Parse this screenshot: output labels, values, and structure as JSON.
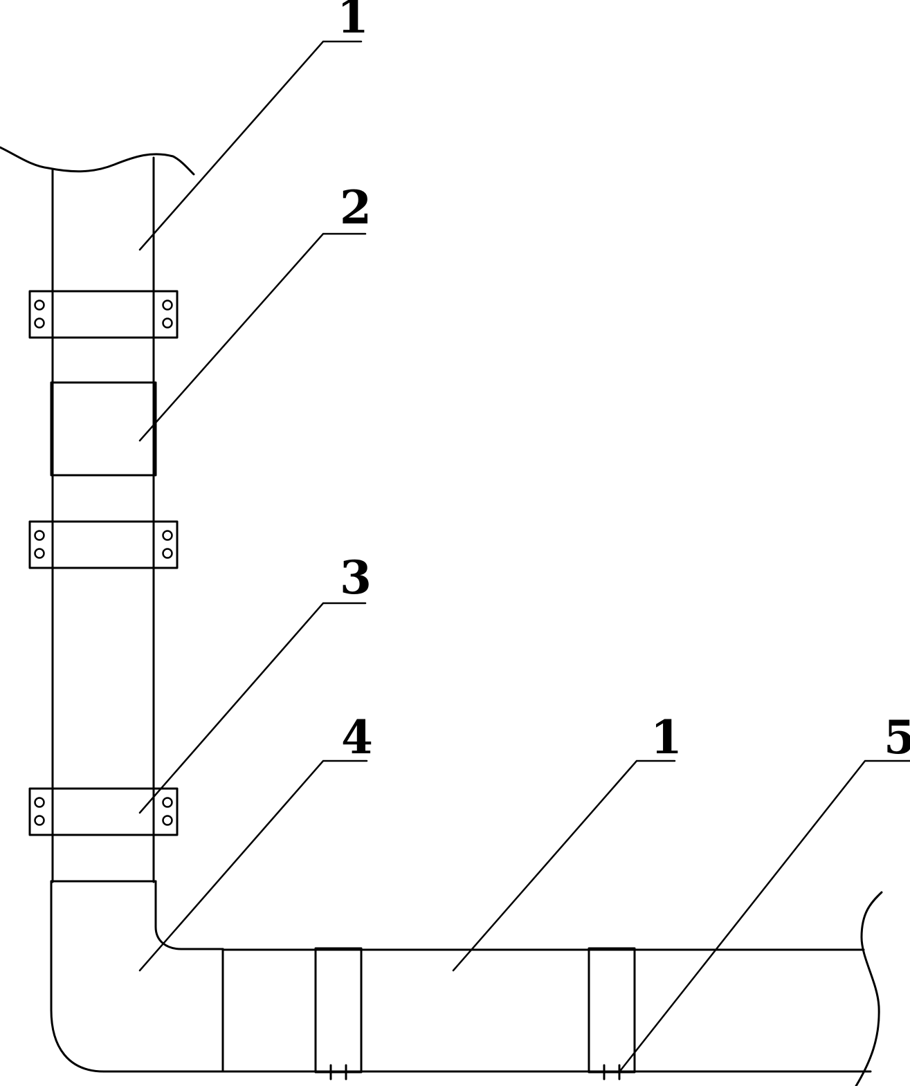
{
  "colors": {
    "line": "#000000",
    "background": "#ffffff"
  },
  "callouts": [
    {
      "id": "pipe-vertical",
      "label": "1"
    },
    {
      "id": "sleeve",
      "label": "2"
    },
    {
      "id": "clamp",
      "label": "3"
    },
    {
      "id": "elbow",
      "label": "4"
    },
    {
      "id": "pipe-horizontal",
      "label": "1"
    },
    {
      "id": "bolt",
      "label": "5"
    }
  ]
}
